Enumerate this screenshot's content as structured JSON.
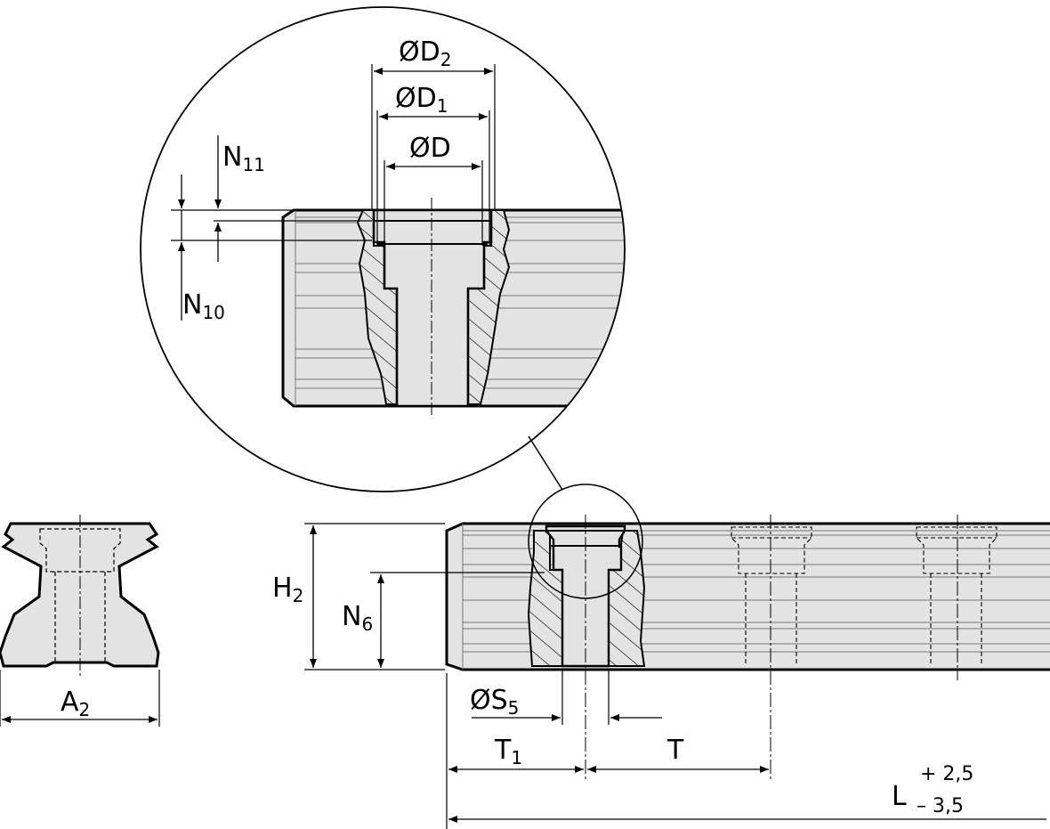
{
  "labels": {
    "d2": {
      "main": "ØD",
      "sub": "2"
    },
    "d1": {
      "main": "ØD",
      "sub": "1"
    },
    "d": {
      "main": "ØD",
      "sub": ""
    },
    "n11": {
      "main": "N",
      "sub": "11"
    },
    "n10": {
      "main": "N",
      "sub": "10"
    },
    "h2": {
      "main": "H",
      "sub": "2"
    },
    "n6": {
      "main": "N",
      "sub": "6"
    },
    "a2": {
      "main": "A",
      "sub": "2"
    },
    "s5": {
      "main": "ØS",
      "sub": "5"
    },
    "t1": {
      "main": "T",
      "sub": "1"
    },
    "t": {
      "main": "T",
      "sub": ""
    },
    "l": {
      "main": "L",
      "tol_plus": "+ 2,5",
      "tol_minus": "– 3,5"
    }
  },
  "colors": {
    "line": "#000000",
    "fill": "#e3e3e3",
    "background": "#ffffff"
  }
}
